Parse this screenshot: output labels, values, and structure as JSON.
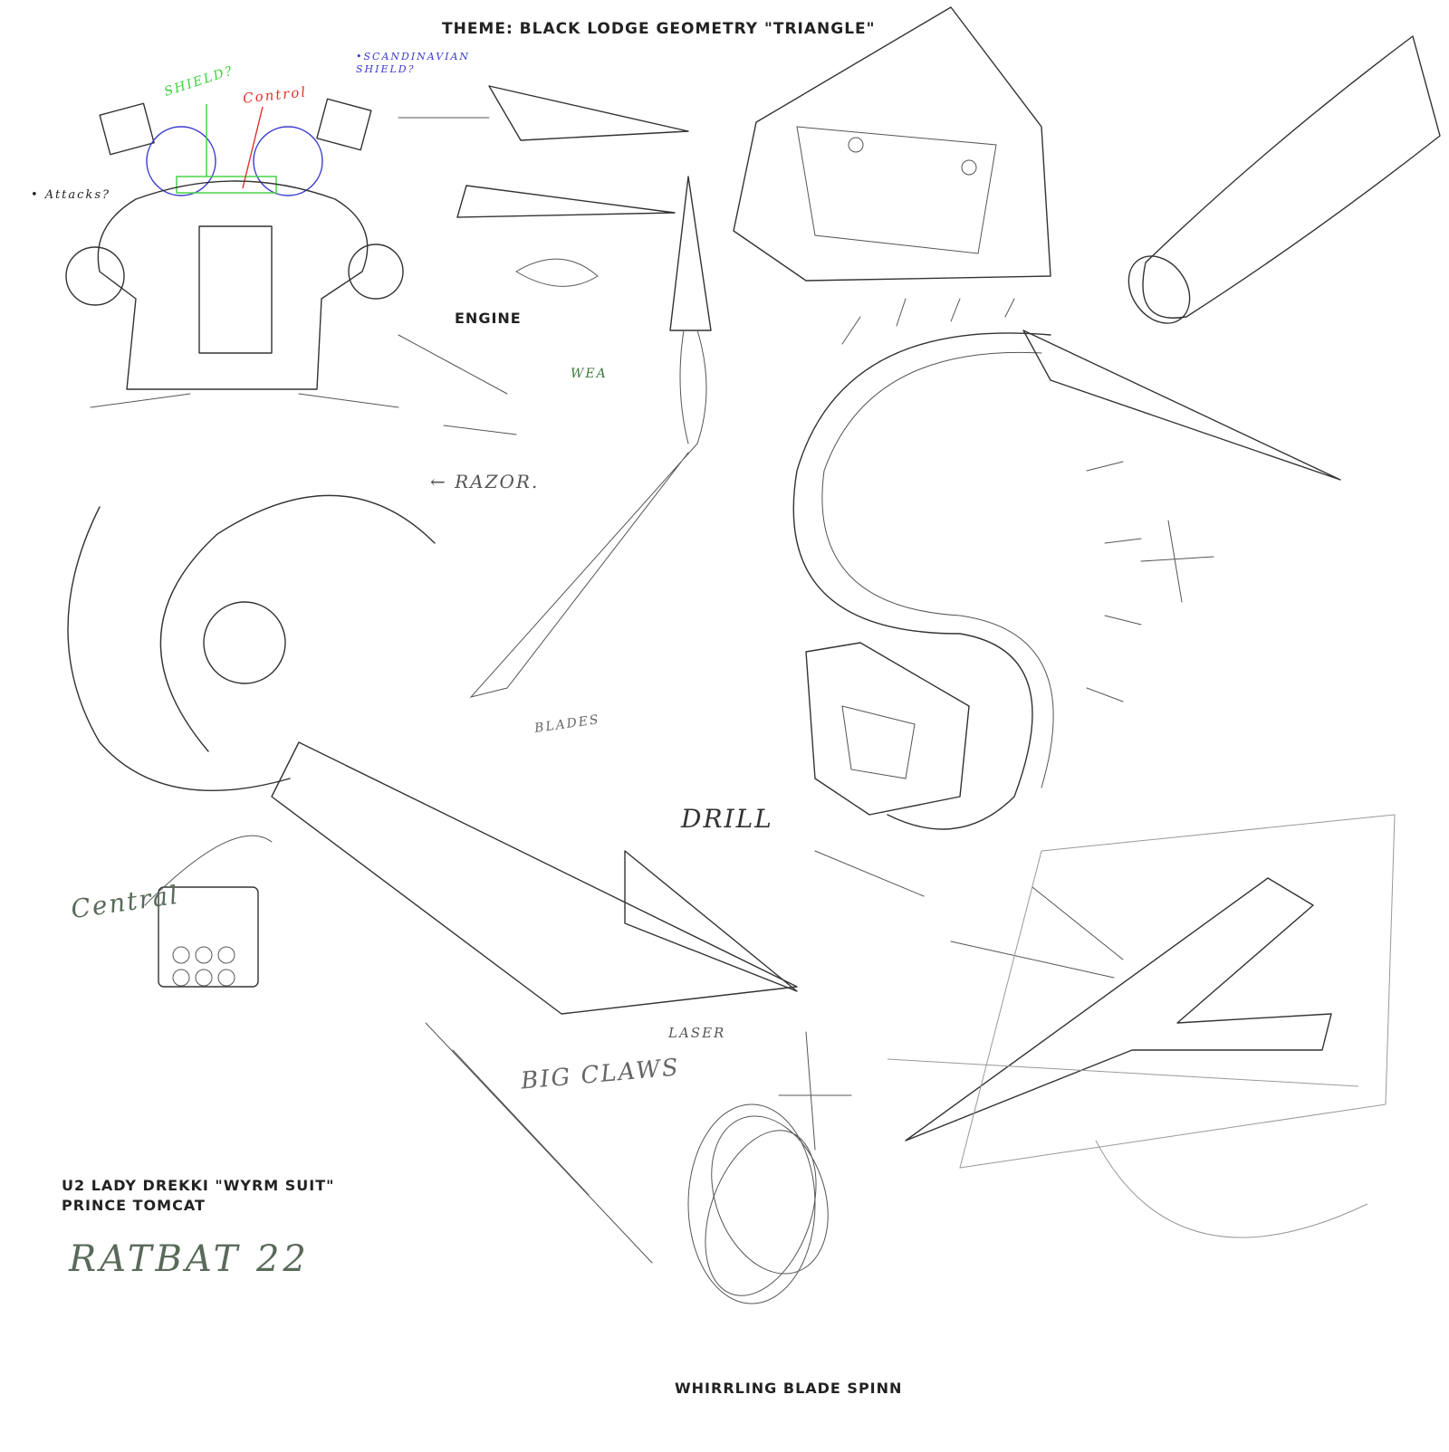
{
  "theme": "THEME: BLACK LODGE GEOMETRY \"TRIANGLE\"",
  "annotations": {
    "shield": "SHIELD?",
    "control": "Control",
    "scandinavian_shield": "•SCANDINAVIAN SHIELD?",
    "attacks": "• Attacks?",
    "engine": "ENGINE",
    "wea": "WEA",
    "razor": "← RAZOR.",
    "blades": "BLADES",
    "drill": "DRILL",
    "central": "Central",
    "laser": "LASER",
    "big_claws": "BIG CLAWS"
  },
  "credits": {
    "line1": "U2 LADY DREKKI \"WYRM SUIT\"",
    "line2": "PRINCE TOMCAT",
    "signature": "RATBAT 22"
  },
  "caption": "WHIRRLING BLADE SPINN",
  "colors": {
    "ink": "#333333",
    "shield_green": "#3bd13b",
    "control_red": "#e0332b",
    "scandinavian_blue": "#3a3ad0",
    "note_gray_green": "#5a6a5a"
  }
}
